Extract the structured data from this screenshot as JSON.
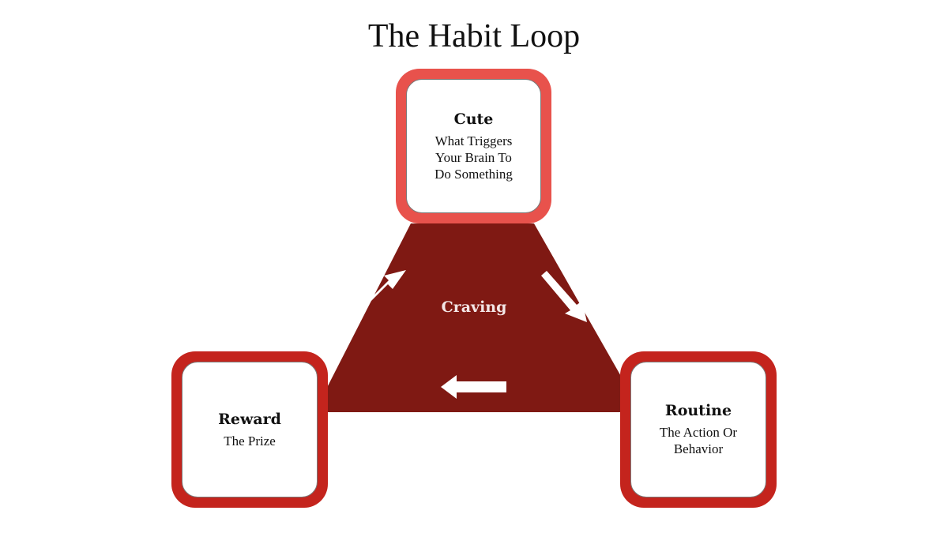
{
  "title": "The Habit Loop",
  "colors": {
    "triangle": "#7f1913",
    "top_border": "#e8524c",
    "side_border": "#c4241d",
    "arrow": "#ffffff"
  },
  "center": {
    "label": "Craving"
  },
  "nodes": {
    "cue": {
      "title": "Cute",
      "description": "What Triggers\nYour Brain To\nDo Something"
    },
    "routine": {
      "title": "Routine",
      "description": "The Action Or\nBehavior"
    },
    "reward": {
      "title": "Reward",
      "description": "The Prize"
    }
  }
}
